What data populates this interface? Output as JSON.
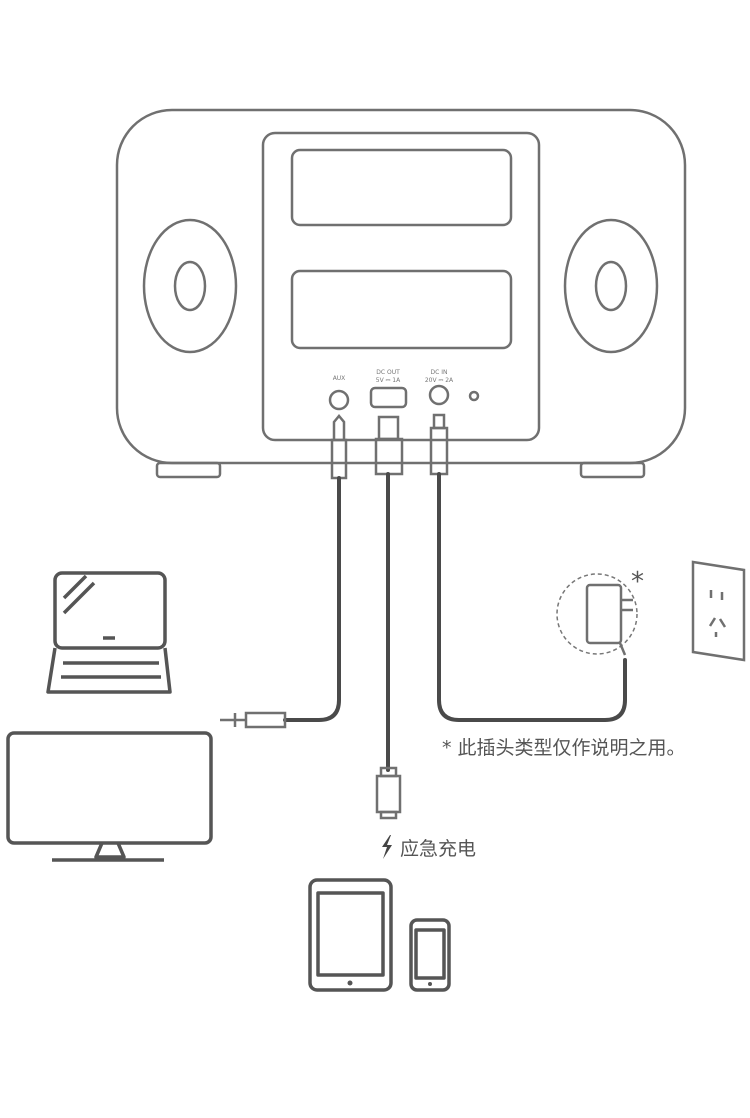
{
  "ports": {
    "aux": "AUX",
    "dc_out": "DC OUT",
    "dc_out_rating": "5V ⎓ 1A",
    "dc_in": "DC IN",
    "dc_in_rating": "20V ⎓ 2A"
  },
  "notes": {
    "plug_disclaimer": "* 此插头类型仅作说明之用。",
    "asterisk": "*",
    "emergency_charge": "应急充电"
  },
  "colors": {
    "outline": "#707070",
    "cable": "#4a4a4a"
  }
}
